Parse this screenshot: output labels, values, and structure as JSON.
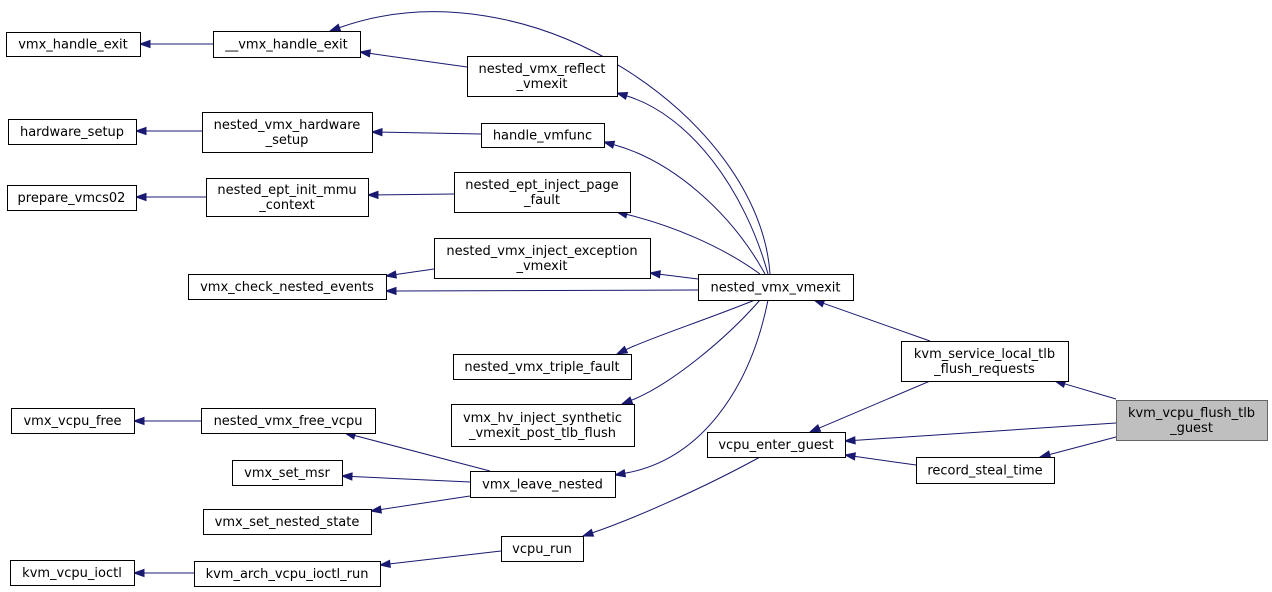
{
  "nodes": [
    {
      "id": "vmx_handle_exit",
      "lines": [
        "vmx_handle_exit"
      ]
    },
    {
      "id": "__vmx_handle_exit",
      "lines": [
        "__vmx_handle_exit"
      ]
    },
    {
      "id": "nested_vmx_reflect_vmexit",
      "lines": [
        "nested_vmx_reflect",
        "_vmexit"
      ]
    },
    {
      "id": "hardware_setup",
      "lines": [
        "hardware_setup"
      ]
    },
    {
      "id": "nested_vmx_hardware_setup",
      "lines": [
        "nested_vmx_hardware",
        "_setup"
      ]
    },
    {
      "id": "handle_vmfunc",
      "lines": [
        "handle_vmfunc"
      ]
    },
    {
      "id": "prepare_vmcs02",
      "lines": [
        "prepare_vmcs02"
      ]
    },
    {
      "id": "nested_ept_init_mmu_context",
      "lines": [
        "nested_ept_init_mmu",
        "_context"
      ]
    },
    {
      "id": "nested_ept_inject_page_fault",
      "lines": [
        "nested_ept_inject_page",
        "_fault"
      ]
    },
    {
      "id": "nested_vmx_inject_exception_vmexit",
      "lines": [
        "nested_vmx_inject_exception",
        "_vmexit"
      ]
    },
    {
      "id": "vmx_check_nested_events",
      "lines": [
        "vmx_check_nested_events"
      ]
    },
    {
      "id": "nested_vmx_vmexit",
      "lines": [
        "nested_vmx_vmexit"
      ]
    },
    {
      "id": "nested_vmx_triple_fault",
      "lines": [
        "nested_vmx_triple_fault"
      ]
    },
    {
      "id": "kvm_service_local_tlb_flush_requests",
      "lines": [
        "kvm_service_local_tlb",
        "_flush_requests"
      ]
    },
    {
      "id": "kvm_vcpu_flush_tlb_guest",
      "lines": [
        "kvm_vcpu_flush_tlb",
        "_guest"
      ],
      "focus": true
    },
    {
      "id": "vmx_hv_inject_synthetic_vmexit_post_tlb_flush",
      "lines": [
        "vmx_hv_inject_synthetic",
        "_vmexit_post_tlb_flush"
      ]
    },
    {
      "id": "vcpu_enter_guest",
      "lines": [
        "vcpu_enter_guest"
      ]
    },
    {
      "id": "vmx_vcpu_free",
      "lines": [
        "vmx_vcpu_free"
      ]
    },
    {
      "id": "nested_vmx_free_vcpu",
      "lines": [
        "nested_vmx_free_vcpu"
      ]
    },
    {
      "id": "record_steal_time",
      "lines": [
        "record_steal_time"
      ]
    },
    {
      "id": "vmx_set_msr",
      "lines": [
        "vmx_set_msr"
      ]
    },
    {
      "id": "vmx_leave_nested",
      "lines": [
        "vmx_leave_nested"
      ]
    },
    {
      "id": "vmx_set_nested_state",
      "lines": [
        "vmx_set_nested_state"
      ]
    },
    {
      "id": "vcpu_run",
      "lines": [
        "vcpu_run"
      ]
    },
    {
      "id": "kvm_vcpu_ioctl",
      "lines": [
        "kvm_vcpu_ioctl"
      ]
    },
    {
      "id": "kvm_arch_vcpu_ioctl_run",
      "lines": [
        "kvm_arch_vcpu_ioctl_run"
      ]
    }
  ],
  "edges": [
    {
      "from": "__vmx_handle_exit",
      "to": "vmx_handle_exit"
    },
    {
      "from": "nested_vmx_reflect_vmexit",
      "to": "__vmx_handle_exit"
    },
    {
      "from": "nested_vmx_vmexit",
      "to": "__vmx_handle_exit"
    },
    {
      "from": "nested_vmx_hardware_setup",
      "to": "hardware_setup"
    },
    {
      "from": "handle_vmfunc",
      "to": "nested_vmx_hardware_setup"
    },
    {
      "from": "nested_ept_init_mmu_context",
      "to": "prepare_vmcs02"
    },
    {
      "from": "nested_ept_inject_page_fault",
      "to": "nested_ept_init_mmu_context"
    },
    {
      "from": "nested_vmx_inject_exception_vmexit",
      "to": "vmx_check_nested_events"
    },
    {
      "from": "nested_vmx_vmexit",
      "to": "nested_vmx_reflect_vmexit"
    },
    {
      "from": "nested_vmx_vmexit",
      "to": "handle_vmfunc"
    },
    {
      "from": "nested_vmx_vmexit",
      "to": "nested_ept_inject_page_fault"
    },
    {
      "from": "nested_vmx_vmexit",
      "to": "nested_vmx_inject_exception_vmexit"
    },
    {
      "from": "nested_vmx_vmexit",
      "to": "vmx_check_nested_events"
    },
    {
      "from": "nested_vmx_vmexit",
      "to": "nested_vmx_triple_fault"
    },
    {
      "from": "nested_vmx_vmexit",
      "to": "vmx_hv_inject_synthetic_vmexit_post_tlb_flush"
    },
    {
      "from": "nested_vmx_vmexit",
      "to": "vmx_leave_nested"
    },
    {
      "from": "kvm_service_local_tlb_flush_requests",
      "to": "nested_vmx_vmexit"
    },
    {
      "from": "kvm_service_local_tlb_flush_requests",
      "to": "vcpu_enter_guest"
    },
    {
      "from": "kvm_vcpu_flush_tlb_guest",
      "to": "kvm_service_local_tlb_flush_requests"
    },
    {
      "from": "kvm_vcpu_flush_tlb_guest",
      "to": "vcpu_enter_guest"
    },
    {
      "from": "kvm_vcpu_flush_tlb_guest",
      "to": "record_steal_time"
    },
    {
      "from": "record_steal_time",
      "to": "vcpu_enter_guest"
    },
    {
      "from": "nested_vmx_free_vcpu",
      "to": "vmx_vcpu_free"
    },
    {
      "from": "vmx_leave_nested",
      "to": "nested_vmx_free_vcpu"
    },
    {
      "from": "vmx_leave_nested",
      "to": "vmx_set_msr"
    },
    {
      "from": "vmx_leave_nested",
      "to": "vmx_set_nested_state"
    },
    {
      "from": "vcpu_enter_guest",
      "to": "vcpu_run"
    },
    {
      "from": "vcpu_run",
      "to": "kvm_arch_vcpu_ioctl_run"
    },
    {
      "from": "kvm_arch_vcpu_ioctl_run",
      "to": "kvm_vcpu_ioctl"
    }
  ]
}
